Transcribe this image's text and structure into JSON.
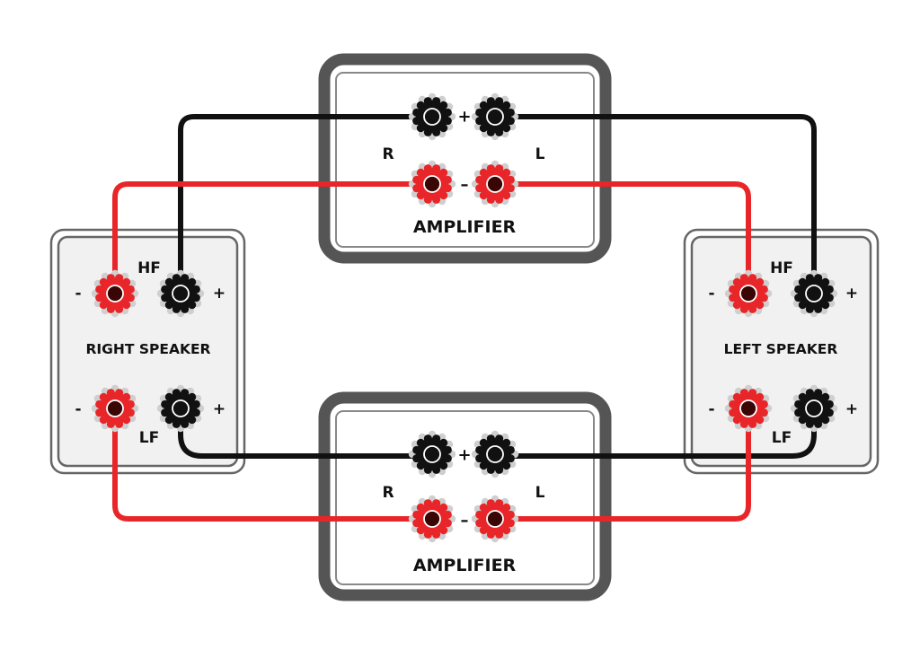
{
  "colors": {
    "positive_wire": "#111111",
    "negative_wire": "#e8262a",
    "amp_frame": "#555555",
    "speaker_fill": "#f1f1f1"
  },
  "amplifiers": [
    {
      "title": "AMPLIFIER",
      "right_label": "R",
      "left_label": "L",
      "plus": "+",
      "minus": "–"
    },
    {
      "title": "AMPLIFIER",
      "right_label": "R",
      "left_label": "L",
      "plus": "+",
      "minus": "–"
    }
  ],
  "speakers": [
    {
      "title": "RIGHT SPEAKER",
      "hf": "HF",
      "lf": "LF",
      "plus": "+",
      "minus": "-"
    },
    {
      "title": "LEFT SPEAKER",
      "hf": "HF",
      "lf": "LF",
      "plus": "+",
      "minus": "-"
    }
  ]
}
